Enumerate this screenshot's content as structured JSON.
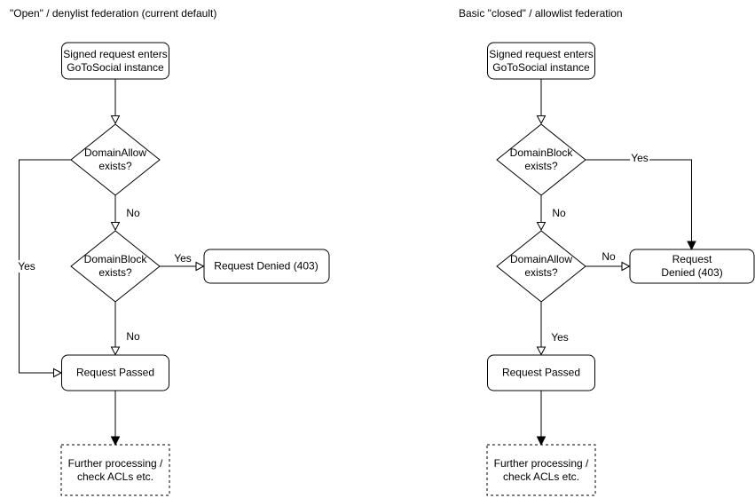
{
  "left": {
    "title": "\"Open\" / denylist federation (current default)",
    "start": "Signed request enters\nGoToSocial instance",
    "decision1": "DomainAllow\nexists?",
    "decision2": "DomainBlock\nexists?",
    "denied": "Request Denied (403)",
    "passed": "Request Passed",
    "further": "Further processing /\ncheck ACLs etc.",
    "labels": {
      "no_after_decision1": "No",
      "yes_loop_to_passed": "Yes",
      "yes_to_denied": "Yes",
      "no_to_passed": "No"
    }
  },
  "right": {
    "title": "Basic \"closed\" / allowlist federation",
    "start": "Signed request enters\nGoToSocial instance",
    "decision1": "DomainBlock\nexists?",
    "decision2": "DomainAllow\nexists?",
    "denied": "Request Denied (403)",
    "passed": "Request Passed",
    "further": "Further processing /\ncheck ACLs etc.",
    "labels": {
      "yes_to_denied": "Yes",
      "no_after_decision1": "No",
      "no_to_denied": "No",
      "yes_to_passed": "Yes"
    }
  },
  "colors": {
    "stroke": "#000000",
    "node_fill": "#ffffff",
    "text": "#000000",
    "background": "#ffffff"
  }
}
